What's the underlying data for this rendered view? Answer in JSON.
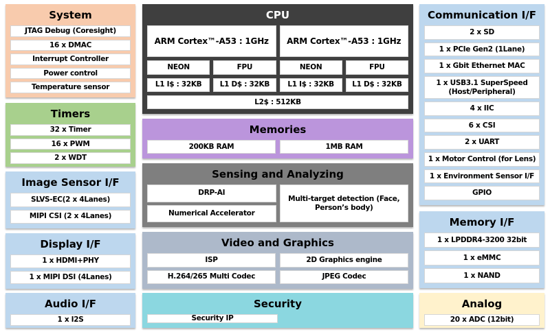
{
  "system": {
    "title": "System",
    "items": [
      "JTAG Debug (Coresight)",
      "16 x DMAC",
      "Interrupt Controller",
      "Power control",
      "Temperature sensor"
    ]
  },
  "timers": {
    "title": "Timers",
    "items": [
      "32 x Timer",
      "16 x PWM",
      "2 x WDT"
    ]
  },
  "image_sensor": {
    "title": "Image Sensor I/F",
    "items": [
      "SLVS-EC(2 x 4Lanes)",
      "MIPI CSI (2 x 4Lanes)"
    ]
  },
  "display_if": {
    "title": "Display I/F",
    "items": [
      "1 x HDMI+PHY",
      "1 x MIPI DSI (4Lanes)"
    ]
  },
  "audio": {
    "title": "Audio I/F",
    "items": [
      "1 x I2S"
    ]
  },
  "cpu": {
    "title": "CPU",
    "cores": [
      "ARM Cortex™-A53  : 1GHz",
      "ARM Cortex™-A53  : 1GHz"
    ],
    "units": [
      "NEON",
      "FPU",
      "NEON",
      "FPU"
    ],
    "caches": [
      "L1 I$ : 32KB",
      "L1 D$ : 32KB",
      "L1 I$ : 32KB",
      "L1 D$ : 32KB"
    ],
    "l2": "L2$ : 512KB"
  },
  "memories": {
    "title": "Memories",
    "items": [
      "200KB RAM",
      "1MB RAM"
    ]
  },
  "sensing": {
    "title": "Sensing and Analyzing",
    "left_items": [
      "DRP-AI",
      "Numerical Accelerator"
    ],
    "right_item": "Multi-target detection (Face, Person’s body)"
  },
  "video": {
    "title": "Video and Graphics",
    "items": [
      "ISP",
      "2D Graphics engine",
      "H.264/265 Multi Codec",
      "JPEG Codec"
    ]
  },
  "security": {
    "title": "Security",
    "items": [
      "Security IP"
    ]
  },
  "communication": {
    "title": "Communication I/F",
    "items": [
      "2 x SD",
      "1 x PCIe Gen2 (1Lane)",
      "1 x Gbit Ethernet MAC",
      "1 x USB3.1 SuperSpeed (Host/Peripheral)",
      "4 x IIC",
      "6 x CSI",
      "2 x UART",
      "1 x Motor Control (for Lens)",
      "1 x Environment Sensor I/F",
      "GPIO"
    ]
  },
  "memory_if": {
    "title": "Memory I/F",
    "items": [
      "1 x LPDDR4-3200 32bit",
      "1 x eMMC",
      "1 x NAND"
    ]
  },
  "analog": {
    "title": "Analog",
    "items": [
      "20 x ADC (12bit)"
    ]
  },
  "colors": {
    "system": "#F8CBAD",
    "timers": "#A8D08D",
    "interface_blue": "#BDD7EE",
    "cpu_dark": "#3F3F3F",
    "memories_purple": "#BB95DC",
    "sensing_gray": "#7F7F7F",
    "video_bluegray": "#ADB9CA",
    "security_teal": "#8BD7E0",
    "analog_cream": "#FFF2CC",
    "item_box": "#FFFFFF"
  }
}
